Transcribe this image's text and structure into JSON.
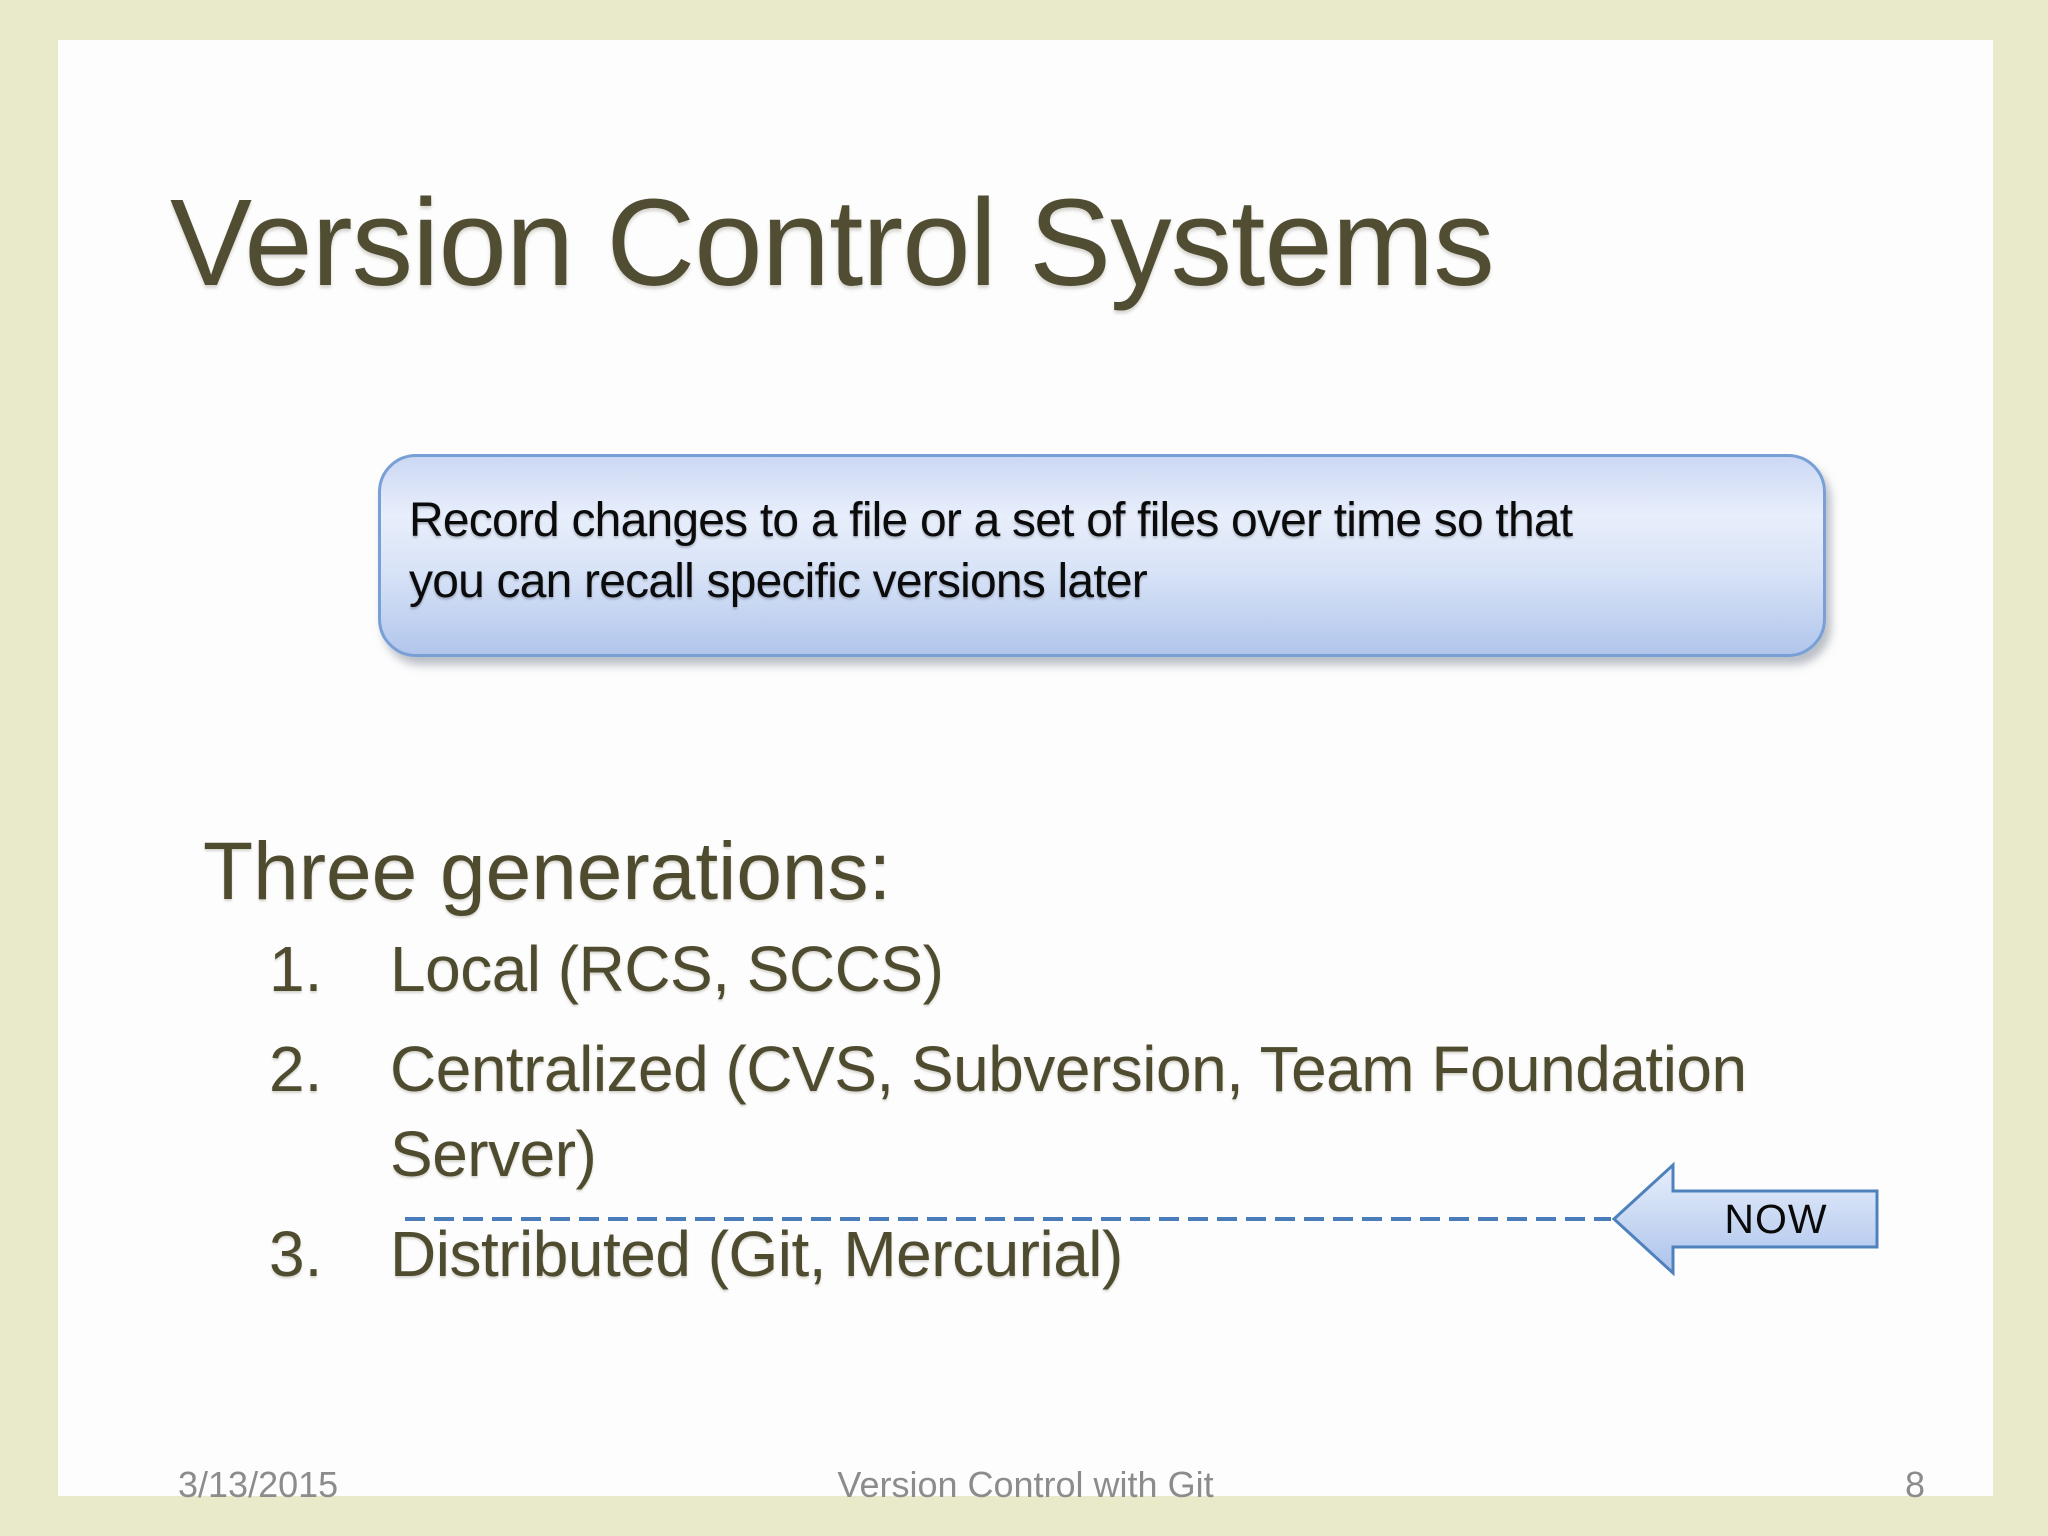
{
  "slide": {
    "title": "Version Control Systems",
    "callout": {
      "lines": [
        "Record changes to a file or a set of files over time so that",
        "you can recall specific versions later"
      ]
    },
    "heading": "Three generations:",
    "list": [
      {
        "number": "1.",
        "text": "Local (RCS, SCCS)"
      },
      {
        "number": "2.",
        "text": "Centralized (CVS, Subversion, Team Foundation Server)"
      },
      {
        "number": "3.",
        "text": "Distributed (Git, Mercurial)"
      }
    ],
    "now_label": "NOW",
    "footer": {
      "date": "3/13/2015",
      "doc_title": "Version Control with Git",
      "page_number": "8"
    },
    "colors": {
      "frame_background": "#e8eaca",
      "slide_background": "#fdfdfd",
      "text_olive": "#4e4b2f",
      "accent_blue": "#4f81bd",
      "callout_fill_top": "#ccd9f4",
      "callout_fill_bottom": "#b2c6ec",
      "footer_gray": "#8c8c8c"
    }
  }
}
